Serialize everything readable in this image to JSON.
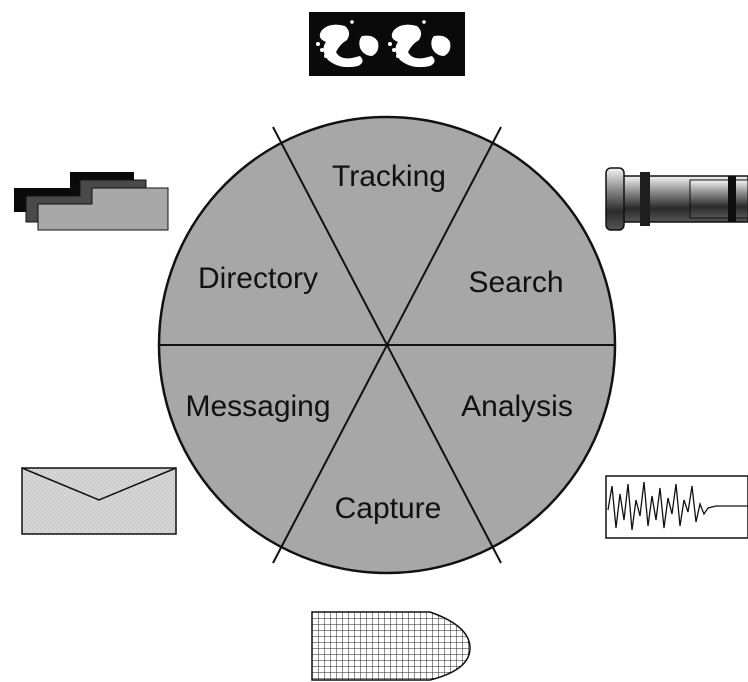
{
  "diagram": {
    "segments": {
      "tracking": "Tracking",
      "search": "Search",
      "analysis": "Analysis",
      "capture": "Capture",
      "messaging": "Messaging",
      "directory": "Directory"
    },
    "icons": {
      "tracking": "footprints-icon",
      "search": "telescope-icon",
      "analysis": "waveform-icon",
      "capture": "net-icon",
      "messaging": "envelope-icon",
      "directory": "folders-icon"
    },
    "colors": {
      "segment_fill": "#a7a7a7",
      "outline": "#111111"
    }
  }
}
